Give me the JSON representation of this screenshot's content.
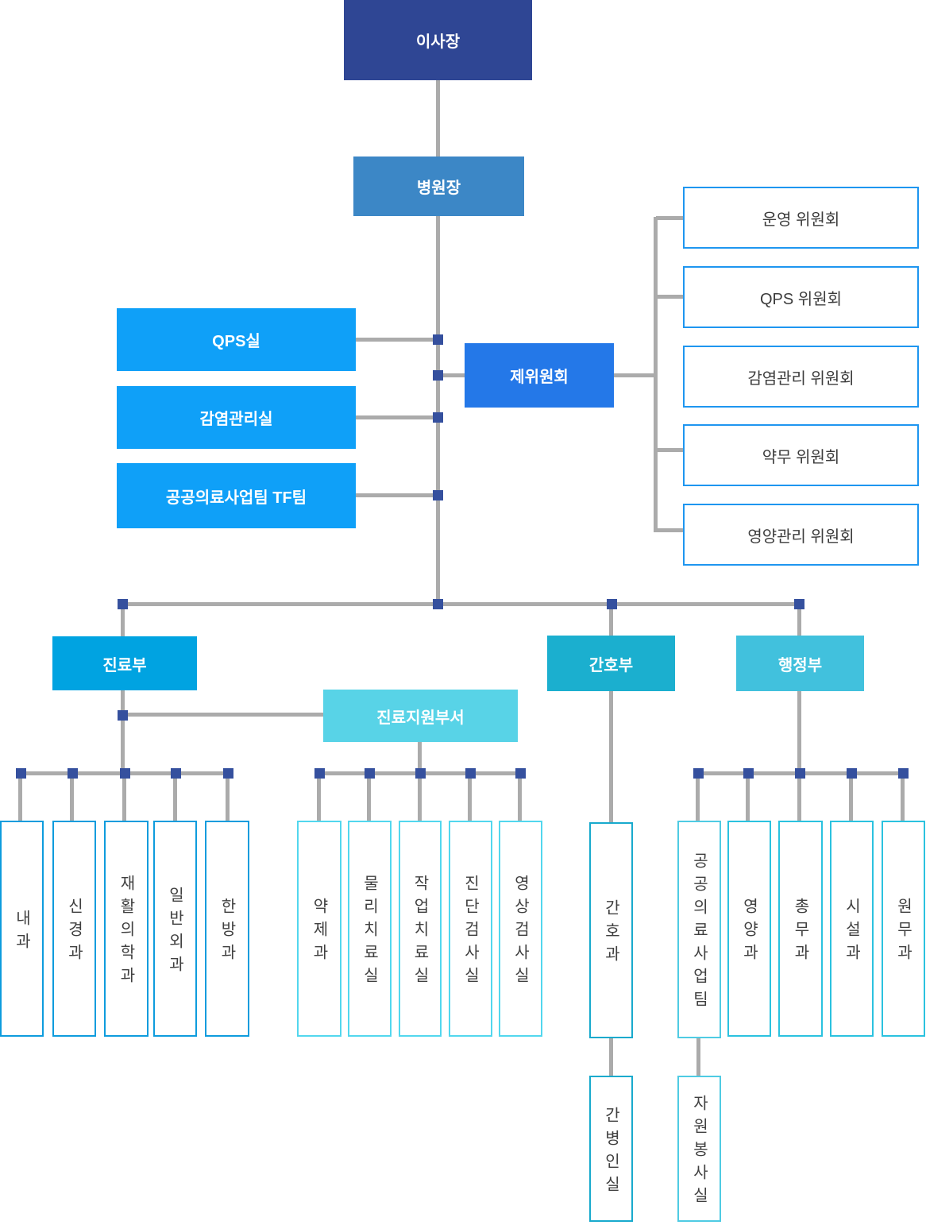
{
  "org": {
    "root": {
      "label": "이사장"
    },
    "director": {
      "label": "병원장"
    },
    "staff_offices": [
      {
        "label": "QPS실"
      },
      {
        "label": "감염관리실"
      },
      {
        "label": "공공의료사업팀 TF팀"
      }
    ],
    "committees_hub": {
      "label": "제위원회"
    },
    "committees": [
      {
        "label": "운영 위원회"
      },
      {
        "label": "QPS 위원회"
      },
      {
        "label": "감염관리 위원회"
      },
      {
        "label": "약무 위원회"
      },
      {
        "label": "영양관리 위원회"
      }
    ],
    "departments": {
      "medical": {
        "label": "진료부",
        "children": [
          "내과",
          "신경과",
          "재활의학과",
          "일반외과",
          "한방과"
        ]
      },
      "support": {
        "label": "진료지원부서",
        "children": [
          "약제과",
          "물리치료실",
          "작업치료실",
          "진단검사실",
          "영상검사실"
        ]
      },
      "nursing": {
        "label": "간호부",
        "children": [
          "간호과"
        ],
        "grandchild": "간병인실"
      },
      "admin": {
        "label": "행정부",
        "children": [
          "공공의료사업팀",
          "영양과",
          "총무과",
          "시설과",
          "원무과"
        ],
        "grandchild": "자원봉사실"
      }
    },
    "colors": {
      "chairman": "#2F4694",
      "director": "#3C87C6",
      "staff_office": "#0FA0F8",
      "committees_hub": "#2478E8",
      "committee_border": "#1E96F0",
      "medical_dept": "#00A3E1",
      "nursing_dept": "#1BAFCF",
      "admin_dept": "#41C1DD",
      "support_dept": "#58D3E7",
      "connector_line": "#ABABAB",
      "connector_node": "#35509E"
    }
  }
}
